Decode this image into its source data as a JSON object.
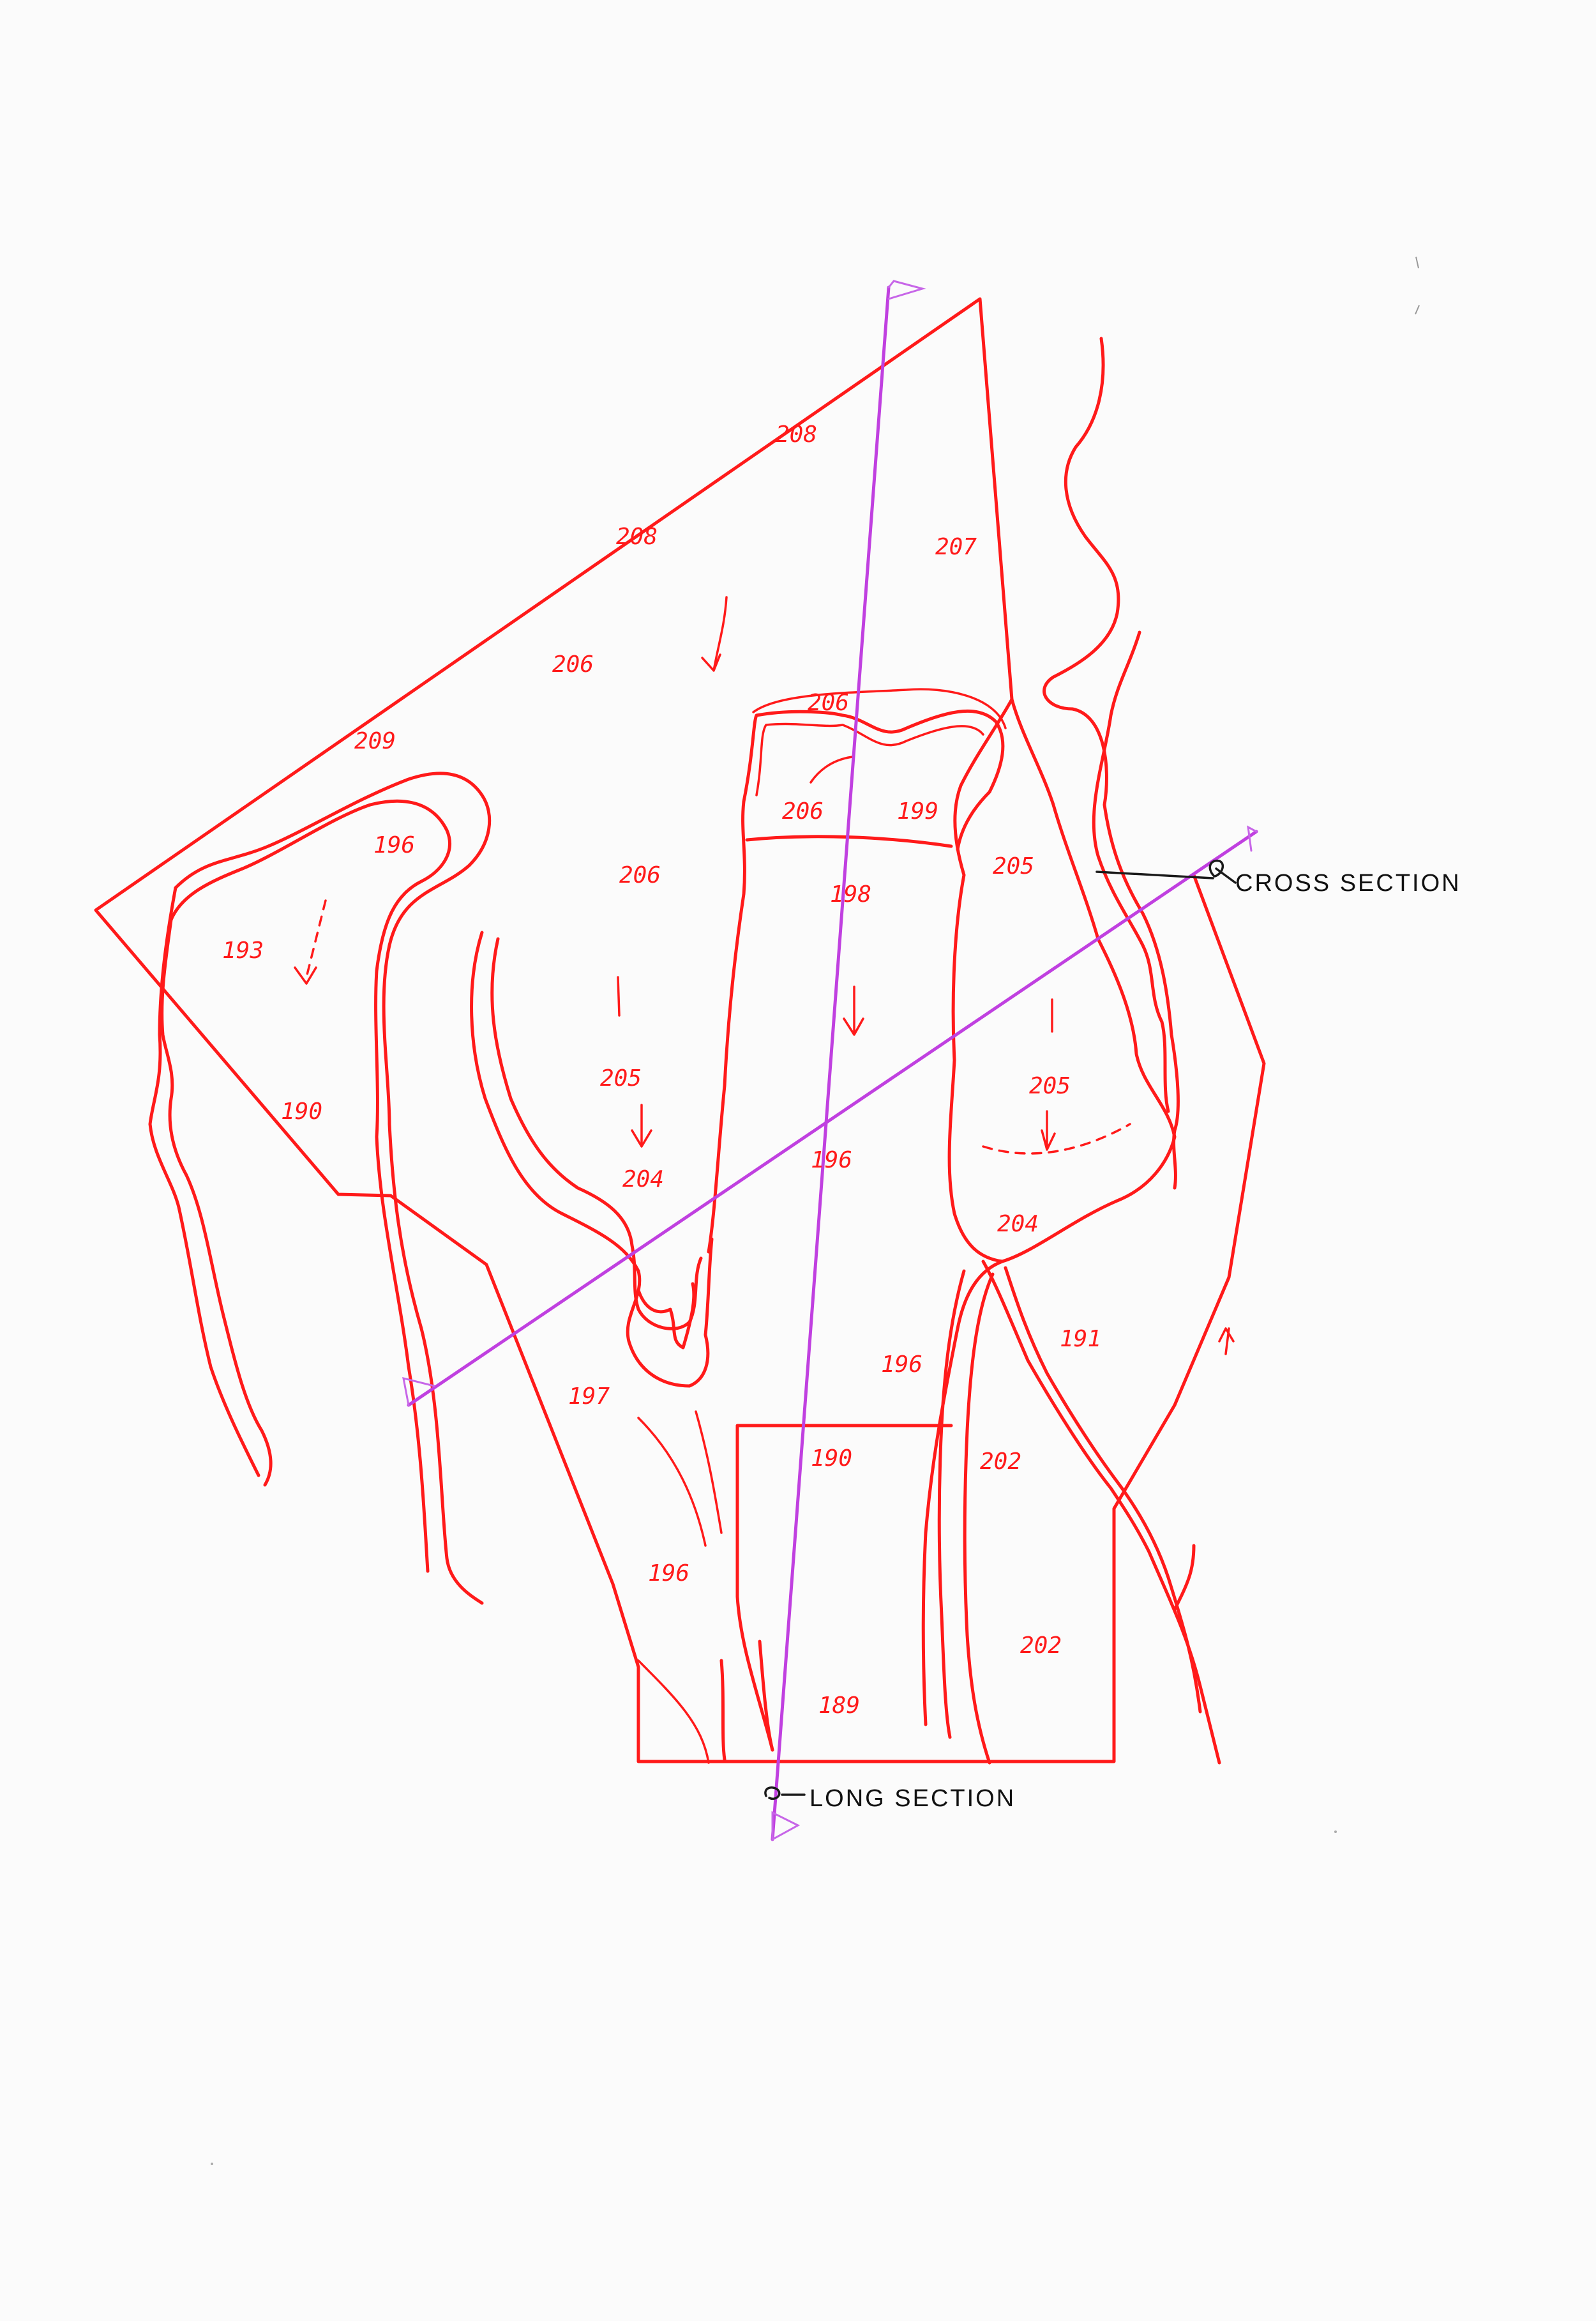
{
  "sheet": {
    "background": "#fbfbfb",
    "colors": {
      "contour_ink": "#ff1a1a",
      "section_ink": "#c040e0",
      "label_ink": "#1a1a1a"
    }
  },
  "elevations": [
    {
      "id": "e208a",
      "label": "208"
    },
    {
      "id": "e208b",
      "label": "208"
    },
    {
      "id": "e207",
      "label": "207"
    },
    {
      "id": "e206a",
      "label": "206"
    },
    {
      "id": "e209",
      "label": "209"
    },
    {
      "id": "e206b",
      "label": "206"
    },
    {
      "id": "e206c",
      "label": "206"
    },
    {
      "id": "e199",
      "label": "199"
    },
    {
      "id": "e196a",
      "label": "196"
    },
    {
      "id": "e206d",
      "label": "206"
    },
    {
      "id": "e205a",
      "label": "205"
    },
    {
      "id": "e198",
      "label": "198"
    },
    {
      "id": "e193",
      "label": "193"
    },
    {
      "id": "e190a",
      "label": "190"
    },
    {
      "id": "e205b",
      "label": "205"
    },
    {
      "id": "e205c",
      "label": "205"
    },
    {
      "id": "e204a",
      "label": "204"
    },
    {
      "id": "e196b",
      "label": "196"
    },
    {
      "id": "e204b",
      "label": "204"
    },
    {
      "id": "e191",
      "label": "191"
    },
    {
      "id": "e196c",
      "label": "196"
    },
    {
      "id": "e197",
      "label": "197"
    },
    {
      "id": "e190b",
      "label": "190"
    },
    {
      "id": "e202a",
      "label": "202"
    },
    {
      "id": "e196d",
      "label": "196"
    },
    {
      "id": "e202b",
      "label": "202"
    },
    {
      "id": "e189",
      "label": "189"
    }
  ],
  "section_labels": {
    "cross": "CROSS SECTION",
    "long": "LONG SECTION"
  },
  "symbols": {
    "centerline": "centerline-symbol",
    "flag": "section-flag",
    "flow_arrow": "flow-arrow"
  }
}
